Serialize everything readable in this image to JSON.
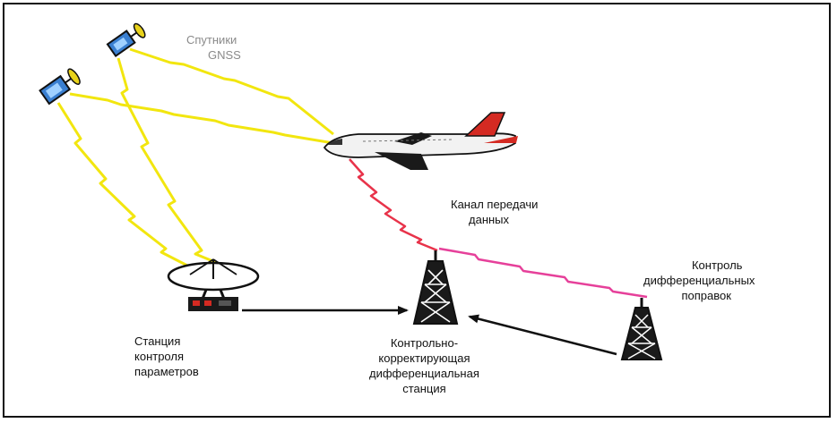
{
  "labels": {
    "satellites": [
      "Спутники",
      "GNSS"
    ],
    "data_channel": [
      "Канал передачи",
      "данных"
    ],
    "diff_control": [
      "Контроль",
      "дифференциальных",
      "поправок"
    ],
    "monitor_station": [
      "Станция",
      "контроля",
      "параметров"
    ],
    "ccds": [
      "Контрольно-",
      "корректирующая",
      "дифференциальная",
      "станция"
    ]
  },
  "colors": {
    "satellite_beam": "#f2e60f",
    "data_link": "#e8334a",
    "diff_link": "#e6409a",
    "arrow": "#111111",
    "aircraft_tail": "#d42a22",
    "satellite_panel": "#3a7fd0"
  }
}
